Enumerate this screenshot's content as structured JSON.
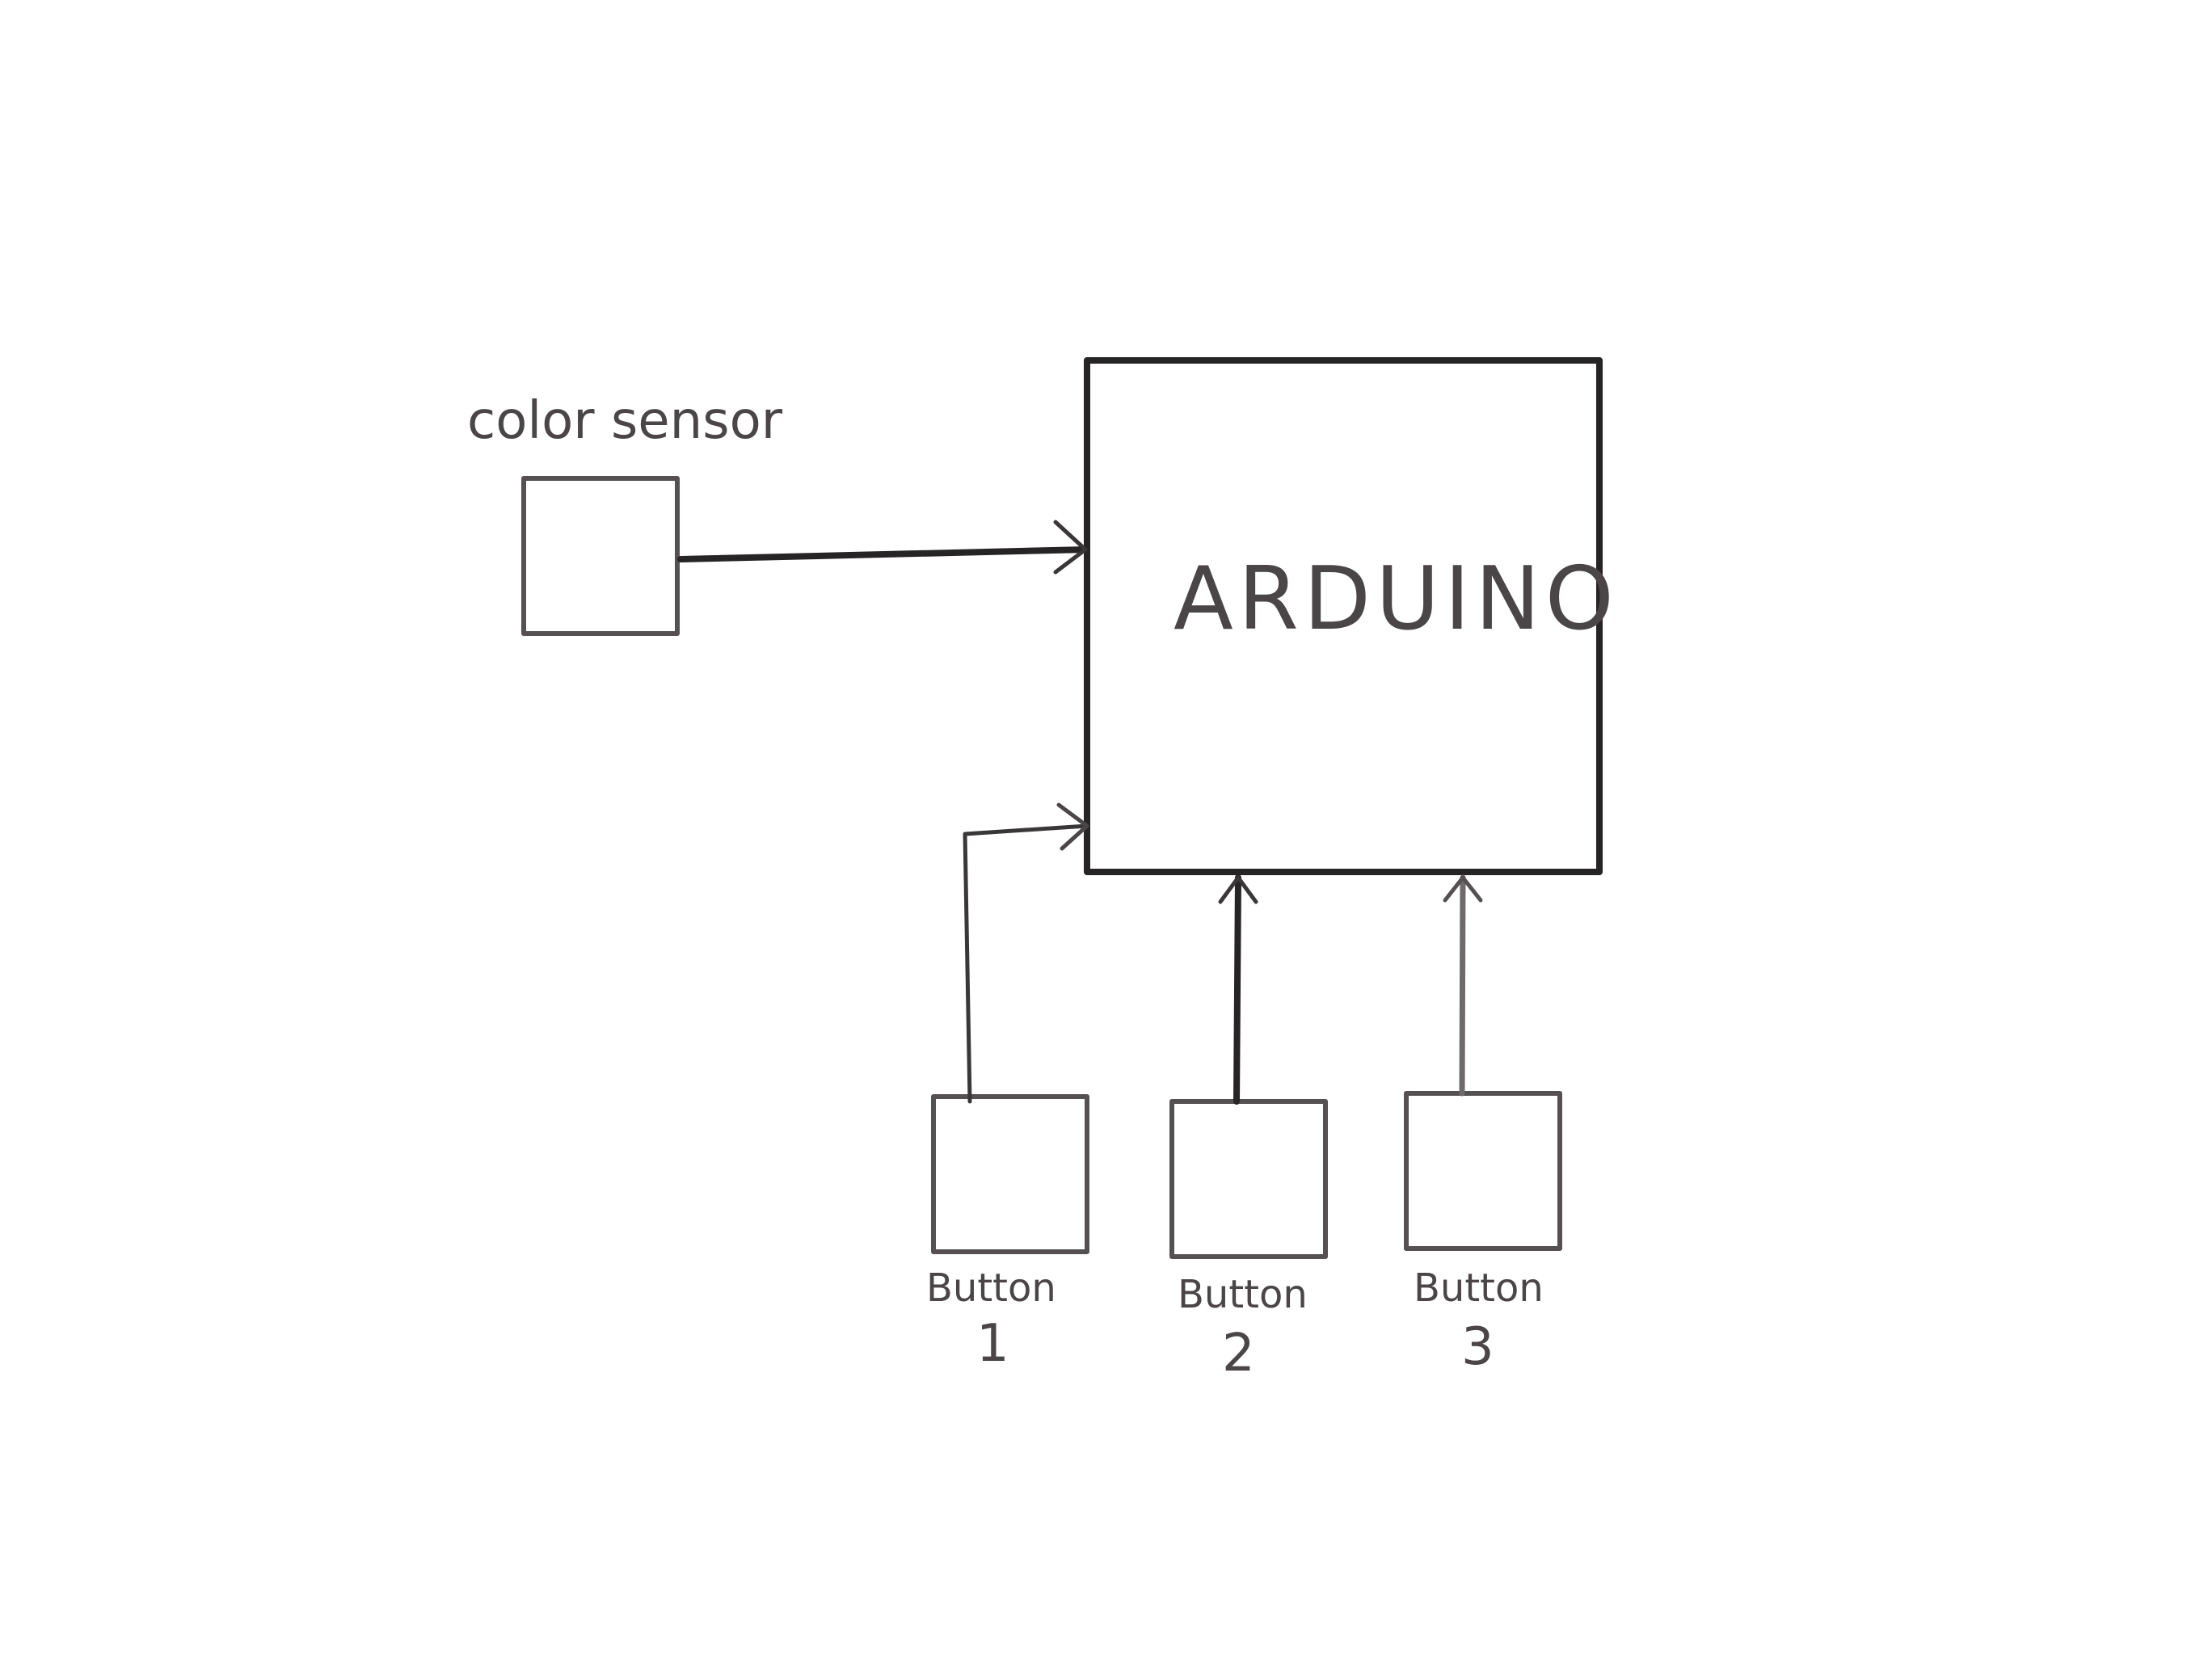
{
  "diagram": {
    "nodes": {
      "arduino": {
        "label": "ARDUINO"
      },
      "color_sensor": {
        "label": "color sensor"
      },
      "button_1": {
        "label_word": "Button",
        "label_number": "1"
      },
      "button_2": {
        "label_word": "Button",
        "label_number": "2"
      },
      "button_3": {
        "label_word": "Button",
        "label_number": "3"
      }
    },
    "edges": [
      {
        "from": "color_sensor",
        "to": "arduino"
      },
      {
        "from": "button_1",
        "to": "arduino"
      },
      {
        "from": "button_2",
        "to": "arduino"
      },
      {
        "from": "button_3",
        "to": "arduino"
      }
    ],
    "colors": {
      "ink_dark": "#262424",
      "ink_mid": "#4a4648",
      "ink_light": "#6e6a6c",
      "background": "#ffffff"
    }
  }
}
